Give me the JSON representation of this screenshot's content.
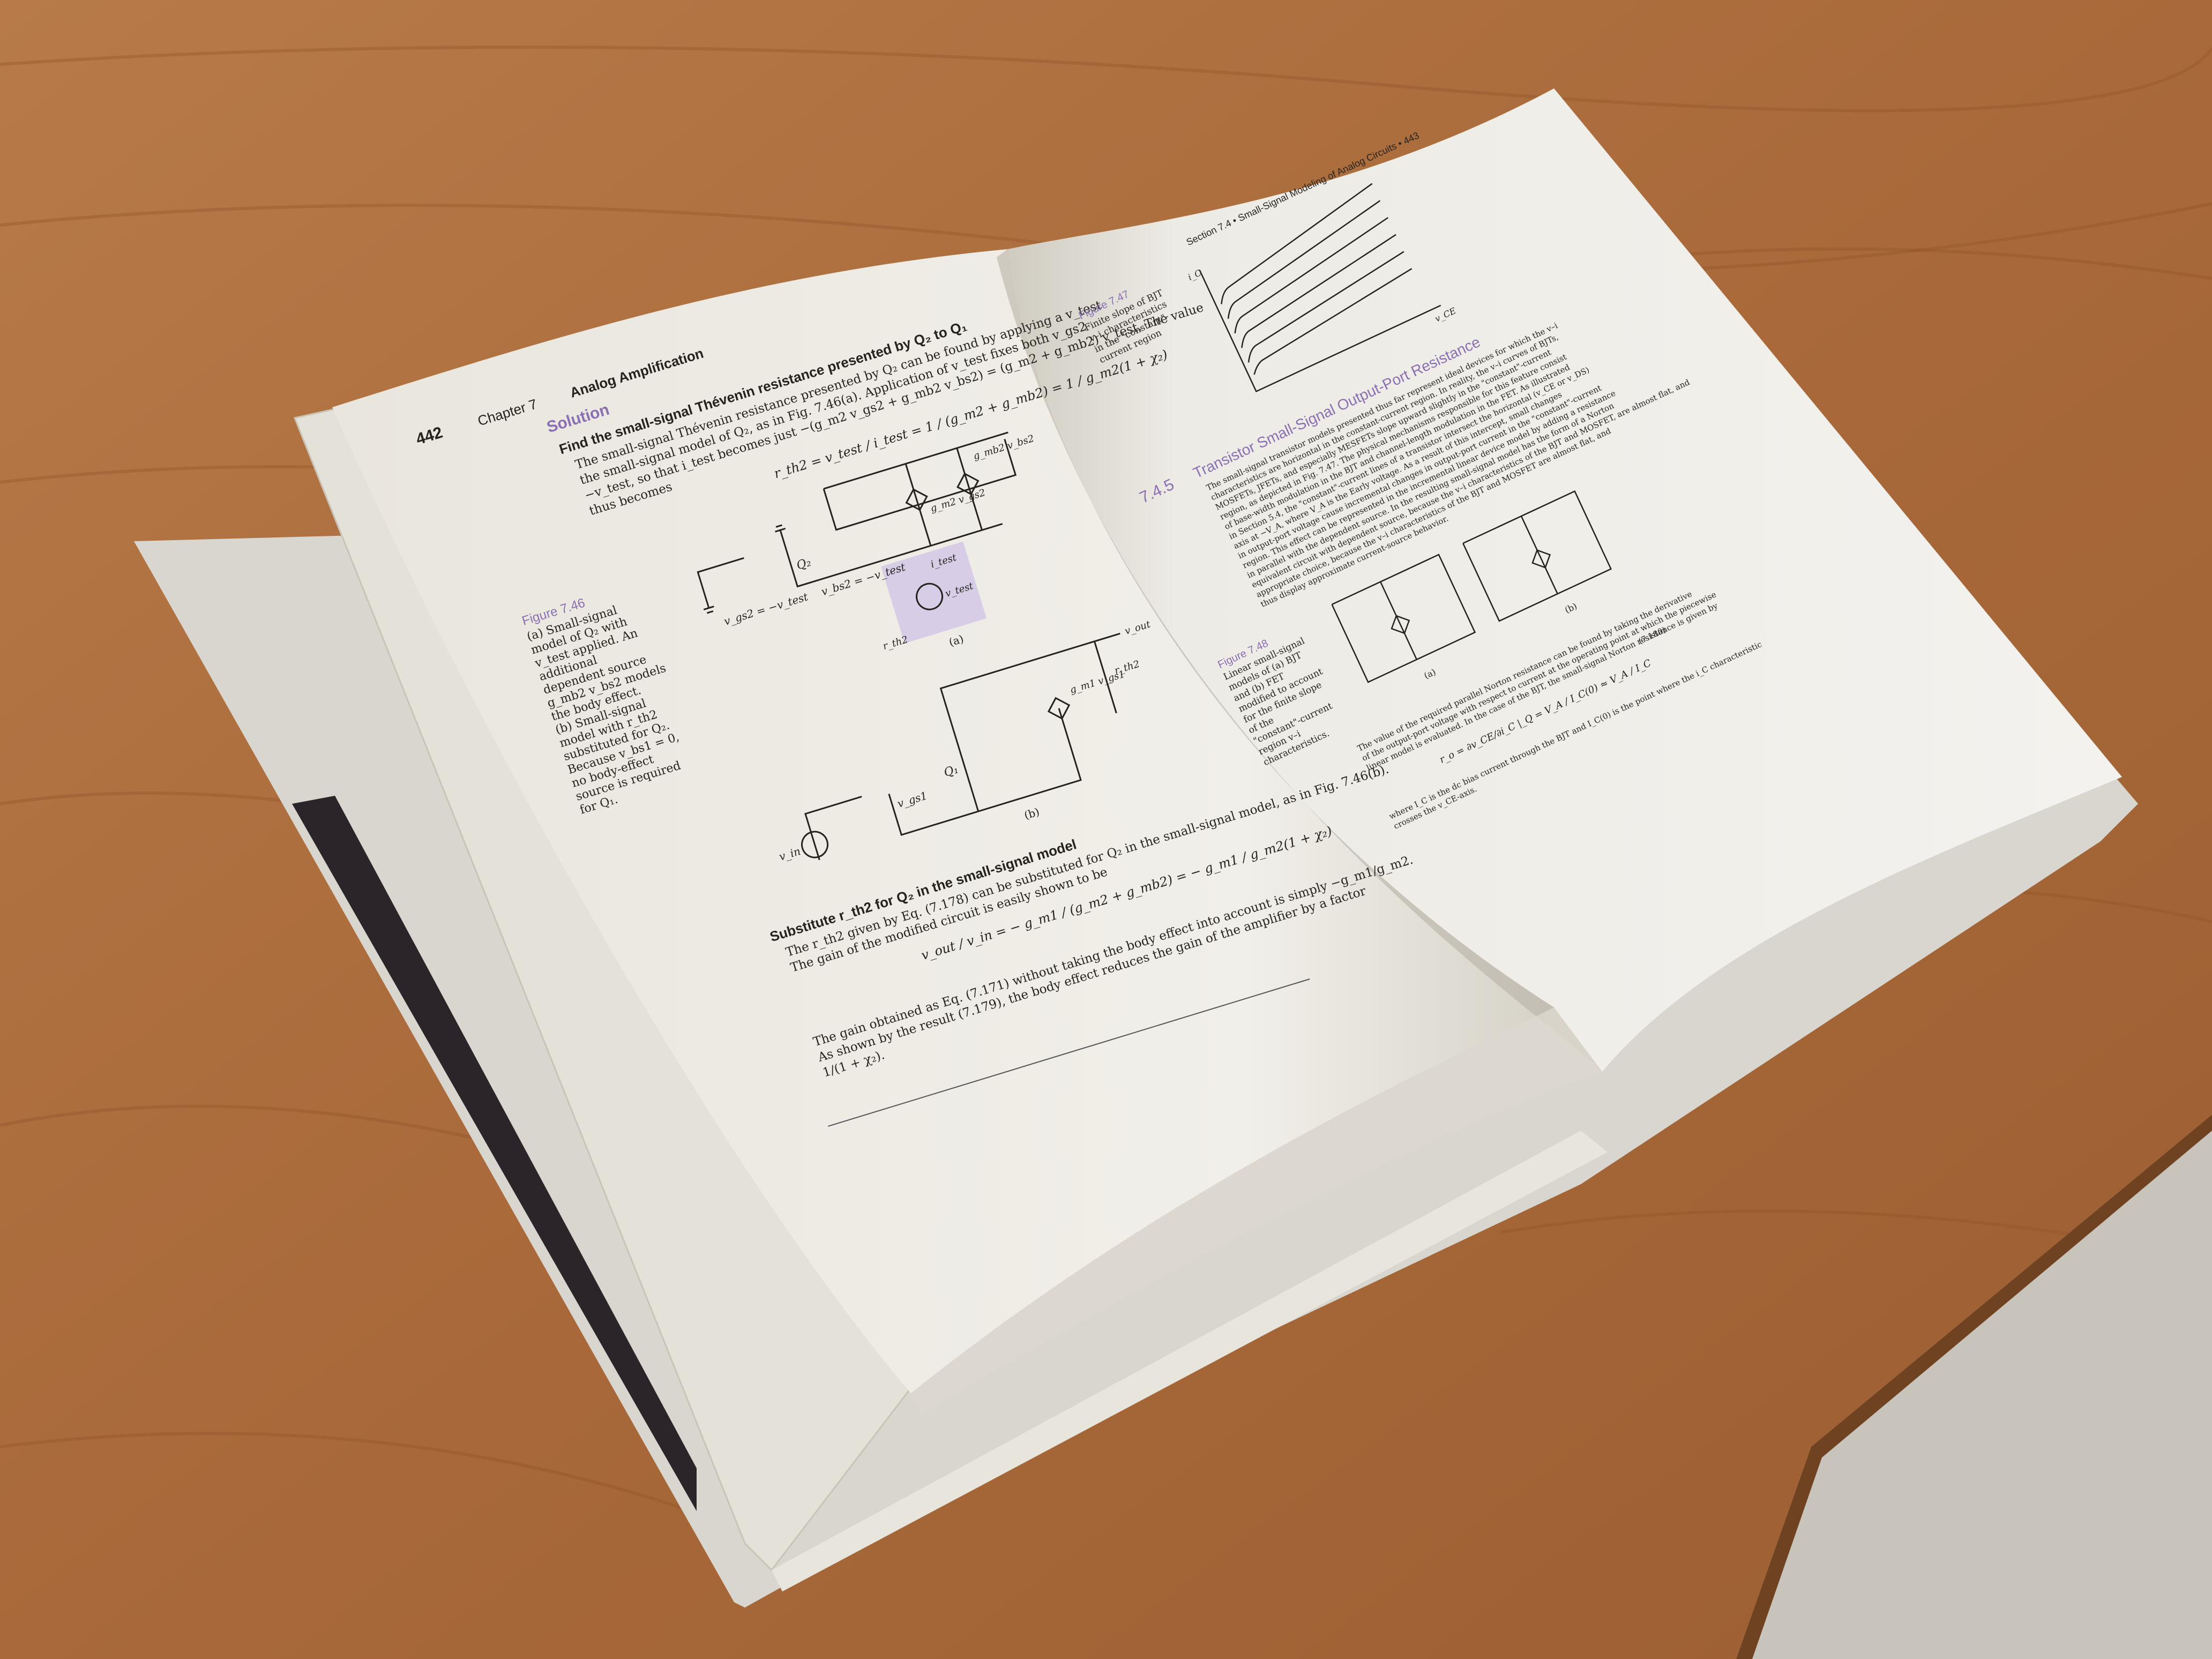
{
  "left_page": {
    "page_number": "442",
    "chapter": "Chapter 7",
    "chapter_title": "Analog Amplification",
    "solution_heading": "Solution",
    "bullet1_heading": "Find the small-signal Thévenin resistance presented by Q₂ to Q₁",
    "para1": [
      "The small-signal Thévenin resistance presented by Q₂ can be found by applying a v_test",
      "the small-signal model of Q₂, as in Fig. 7.46(a). Application of v_test fixes both v_gs2",
      "−v_test, so that i_test becomes just −(g_m2 v_gs2 + g_mb2 v_bs2) = (g_m2 + g_mb2) v_test. The value",
      "thus becomes"
    ],
    "eq1": "r_th2 = v_test / i_test = 1 / (g_m2 + g_mb2) = 1 / g_m2(1 + χ₂)",
    "fig46_label": "Figure 7.46",
    "fig46_caption": [
      "(a) Small-signal",
      "model of Q₂ with",
      "v_test applied. An",
      "additional",
      "dependent source",
      "g_mb2 v_bs2 models",
      "the body effect.",
      "(b) Small-signal",
      "model with r_th2",
      "substituted for Q₂.",
      "Because v_bs1 = 0,",
      "no body-effect",
      "source is required",
      "for Q₁."
    ],
    "circuit_a": {
      "q": "Q₂",
      "vgs": "v_gs2 = −v_test",
      "vbs": "v_bs2 = −v_test",
      "gm": "g_m2 v_gs2",
      "gmb": "g_mb2 v_bs2",
      "itest": "i_test",
      "vtest": "v_test",
      "rth": "r_th2",
      "label": "(a)"
    },
    "circuit_b": {
      "q": "Q₁",
      "vin": "v_in",
      "vgs": "v_gs1",
      "gm": "g_m1 v_gs1",
      "rth": "r_th2",
      "vout": "v_out",
      "label": "(b)"
    },
    "bullet2_heading": "Substitute r_th2 for Q₂ in the small-signal model",
    "para2": [
      "The r_th2 given by Eq. (7.178) can be substituted for Q₂ in the small-signal model, as in Fig. 7.46(b).",
      "The gain of the modified circuit is easily shown to be"
    ],
    "eq2": "v_out / v_in = − g_m1 / (g_m2 + g_mb2) = − g_m1 / g_m2(1 + χ₂)",
    "para3": [
      "The gain obtained as Eq. (7.171) without taking the body effect into account is simply −g_m1/g_m2.",
      "As shown by the result (7.179), the body effect reduces the gain of the amplifier by a factor",
      "1/(1 + χ₂)."
    ]
  },
  "right_page": {
    "header": "Section 7.4 • Small-Signal Modeling of Analog Circuits • 443",
    "fig47_label": "Figure 7.47",
    "fig47_caption": [
      "Finite slope of BJT",
      "v–i characteristics",
      "in the \"constant\"-",
      "current region"
    ],
    "graph": {
      "yaxis": "i_C",
      "xaxis": "v_CE"
    },
    "section_number": "7.4.5",
    "section_title": "Transistor Small-Signal Output-Port Resistance",
    "body_text": [
      "The small-signal transistor models presented thus far represent ideal devices for which the v–i",
      "characteristics are horizontal in the constant-current region. In reality, the v–i curves of BJTs,",
      "MOSFETs, JFETs, and especially MESFETs slope upward slightly in the \"constant\"-current",
      "region, as depicted in Fig. 7.47. The physical mechanisms responsible for this feature consist",
      "of base-width modulation in the BJT and channel-length modulation in the FET. As illustrated",
      "in Section 5.4, the \"constant\"-current lines of a transistor intersect the horizontal (v_CE or v_DS)",
      "axis at −V_A, where V_A is the Early voltage. As a result of this intercept, small changes",
      "in output-port voltage cause incremental changes in output-port current in the \"constant\"-current",
      "region. This effect can be represented in the incremental linear device model by adding a resistance",
      "in parallel with the dependent source. In the resulting small-signal model has the form of a Norton",
      "equivalent circuit with dependent source, because the v–i characteristics of the BJT and MOSFET, are almost flat, and",
      "appropriate choice, because the v–i characteristics of the BJT and MOSFET are almost flat, and",
      "thus display approximate current-source behavior."
    ],
    "fig48_label": "Figure 7.48",
    "fig48_caption": [
      "Linear small-signal",
      "models of (a) BJT",
      "and (b) FET",
      "modified to account",
      "for the finite slope",
      "of the",
      "\"constant\"-current",
      "region v–i",
      "characteristics."
    ],
    "circuit_a_label": "(a)",
    "circuit_b_label": "(b)",
    "para_after": [
      "The value of the required parallel Norton resistance can be found by taking the derivative",
      "of the output-port voltage with respect to current at the operating point at which the piecewise",
      "linear model is evaluated. In the case of the BJT, the small-signal Norton resistance is given by"
    ],
    "eq_ro": "r_o = ∂v_CE/∂i_C |_Q = V_A / I_C(0) ≈ V_A / I_C",
    "eq_num": "(7.180)",
    "para_end": [
      "where I_C is the dc bias current through the BJT and I_C(0) is the point where the i_C characteristic",
      "crosses the v_CE-axis."
    ]
  },
  "colors": {
    "table_wood": "#a86a3a",
    "page": "#efede6",
    "accent_purple": "#8a6fb3",
    "highlight_box": "#d7cde6",
    "ink": "#26231f"
  }
}
